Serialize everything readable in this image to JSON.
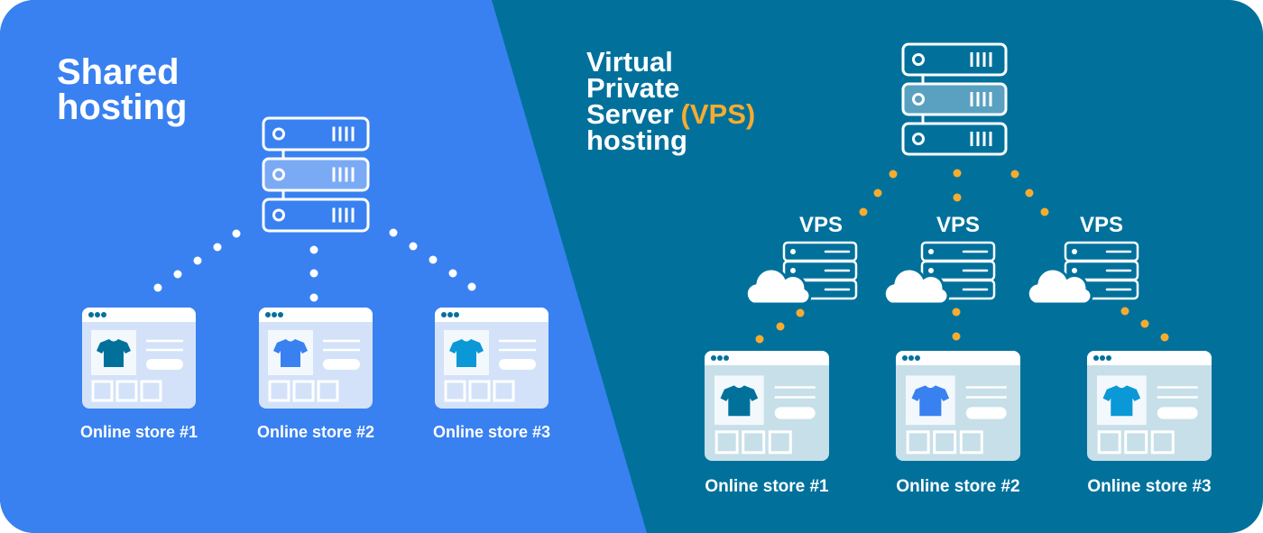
{
  "colors": {
    "shared_bg": "#3981f0",
    "vps_bg": "#01719c",
    "white": "#ffffff",
    "accent_orange": "#f7ac2f",
    "shared_server_highlight": "#7aaaf4",
    "vps_server_highlight": "#5aa1c1",
    "shared_card_body": "#d3e2f8",
    "vps_card_body": "#c7dfe8",
    "card_image_bg": "#f3f8fc",
    "card_dots": "#01719c",
    "shirt_dark": "#01719c",
    "shirt_blue": "#3981f0",
    "shirt_cyan": "#0a98d6"
  },
  "shared": {
    "title_lines": [
      "Shared",
      "hosting"
    ],
    "server_icon": "server-rack-icon",
    "connector": "white-dotted-lines",
    "stores": [
      {
        "label": "Online store #1",
        "shirt": "shirt_dark"
      },
      {
        "label": "Online store #2",
        "shirt": "shirt_blue"
      },
      {
        "label": "Online store #3",
        "shirt": "shirt_cyan"
      }
    ]
  },
  "vps": {
    "title_lines": [
      "Virtual",
      "Private",
      "Server",
      "hosting"
    ],
    "title_highlight": "(VPS)",
    "server_icon": "server-rack-icon",
    "connector": "orange-dotted-lines",
    "nodes": [
      {
        "label": "VPS",
        "icon": "cloud-server-icon"
      },
      {
        "label": "VPS",
        "icon": "cloud-server-icon"
      },
      {
        "label": "VPS",
        "icon": "cloud-server-icon"
      }
    ],
    "stores": [
      {
        "label": "Online store #1",
        "shirt": "shirt_dark"
      },
      {
        "label": "Online store #2",
        "shirt": "shirt_blue"
      },
      {
        "label": "Online store #3",
        "shirt": "shirt_cyan"
      }
    ]
  }
}
